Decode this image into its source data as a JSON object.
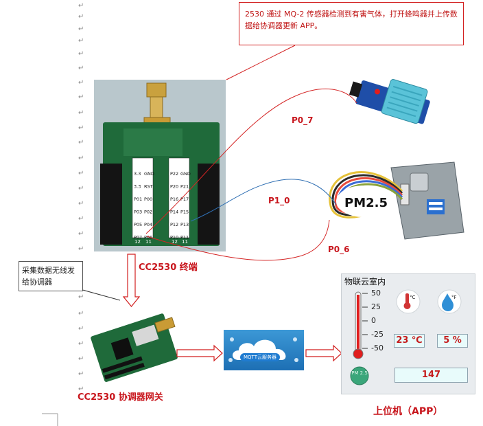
{
  "callout_top": "2530 通过 MQ-2 传感器检测到有害气体，打开蜂鸣器并上传数据给协调器更新 APP。",
  "callout_left": "采集数据无线发给协调器",
  "labels": {
    "p0_7": "P0_7",
    "p1_0": "P1_0",
    "p0_6": "P0_6",
    "terminal": "CC2530 终端",
    "gateway": "CC2530 协调器网关",
    "host": "上位机（APP）",
    "para_mark": "↵"
  },
  "terminal_board": {
    "pins_left": [
      "3.3",
      "GND",
      "3.3",
      "RST",
      "P01",
      "P00",
      "P03",
      "P02",
      "P05",
      "P04",
      "P07",
      "P06"
    ],
    "pins_right": [
      "P22",
      "GND",
      "P20",
      "P21",
      "P16",
      "P17",
      "P14",
      "P15",
      "P12",
      "P13",
      "P10",
      "P11"
    ],
    "col_numbers": [
      "2",
      "1",
      "2",
      "1"
    ],
    "row_numbers": [
      "12",
      "11",
      "12",
      "11"
    ]
  },
  "sensor_pm": {
    "text": "PM2.5"
  },
  "cloud": {
    "label": "MQTT云服务器"
  },
  "app": {
    "title": "物联云室内",
    "thermo_ticks": [
      "50",
      "25",
      "0",
      "-25",
      "-50"
    ],
    "temp_icon_unit": "°C",
    "hum_icon_unit": "°F",
    "temperature": "23 ℃",
    "humidity": "5 %",
    "pm_icon_text": "PM 2.5",
    "pm_value": "147"
  },
  "colors": {
    "accent_red": "#c8161d",
    "wire_red": "#d42424",
    "wire_blue": "#2f6fb3",
    "board_green": "#1f6a3a"
  }
}
